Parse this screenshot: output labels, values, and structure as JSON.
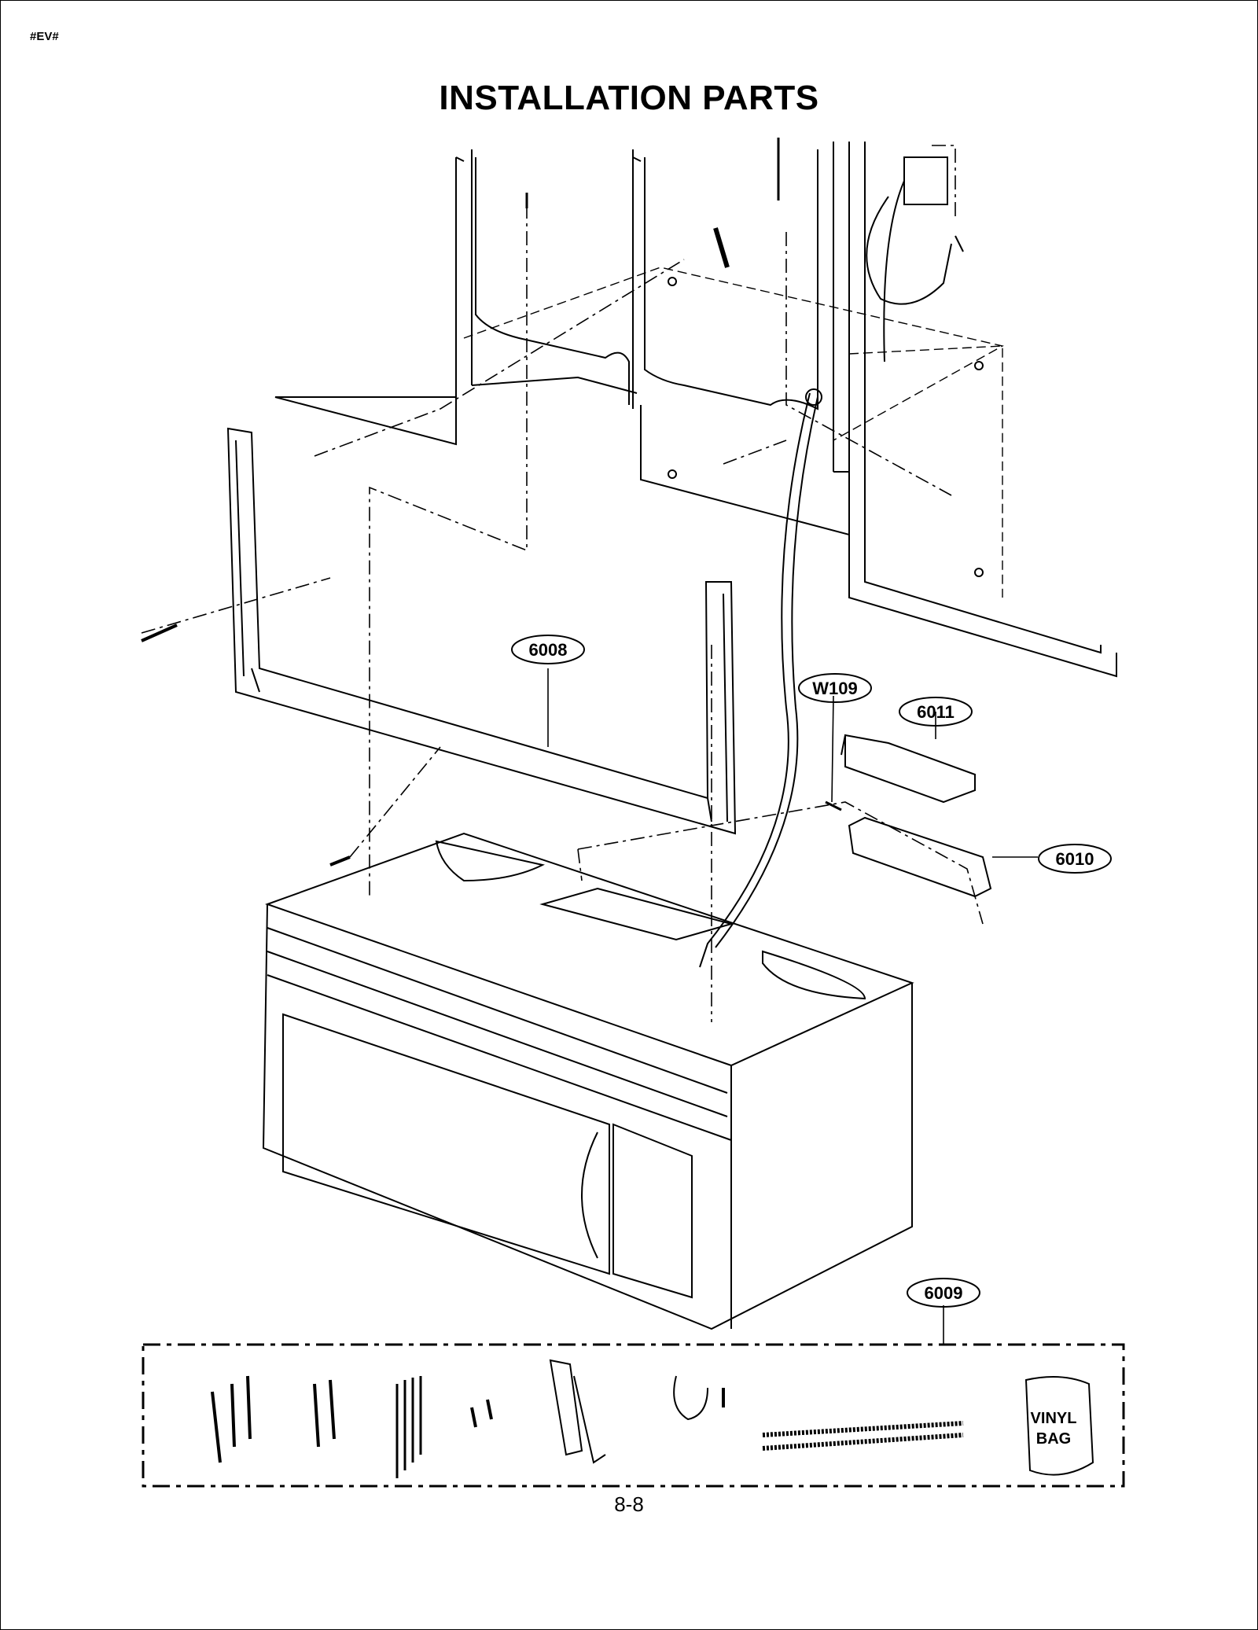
{
  "header": {
    "code": "#EV#",
    "title": "INSTALLATION PARTS"
  },
  "labels": {
    "part_6008": "6008",
    "part_w109": "W109",
    "part_6011": "6011",
    "part_6010": "6010",
    "part_6009": "6009"
  },
  "kit": {
    "bag_line1": "VINYL",
    "bag_line2": "BAG"
  },
  "footer": {
    "page_number": "8-8"
  }
}
